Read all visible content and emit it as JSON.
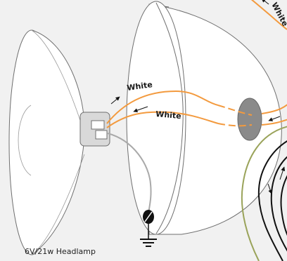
{
  "labels": {
    "wire_out": "White",
    "wire_in": "White",
    "wire_top_right": "White",
    "caption": "6V/21w Headlamp"
  },
  "colors": {
    "background": "#f1f1f1",
    "wire_white": "#f39a3e",
    "wire_ground": "#a9a9a9",
    "wire_green": "#9aa35a",
    "wire_black": "#111111",
    "grommet": "#8a8a8a",
    "bulb_holder": "#d9d9d9"
  },
  "icons": {
    "ground": "ground-symbol-icon",
    "eyelet": "ground-eyelet-icon",
    "arrow": "arrow-icon"
  }
}
